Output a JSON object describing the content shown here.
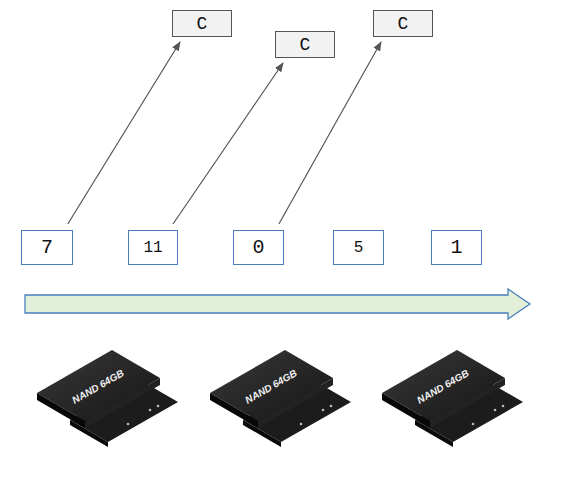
{
  "diagram": {
    "nodes": [
      {
        "text": [
          "C"
        ]
      },
      {
        "text": [
          "C"
        ]
      },
      {
        "text": [
          "C"
        ]
      },
      {
        "text": [
          "7"
        ]
      },
      {
        "text": [
          "11"
        ]
      },
      {
        "text": [
          "0"
        ]
      },
      {
        "text": [
          "5"
        ]
      },
      {
        "text": [
          "1"
        ]
      }
    ],
    "edges": [
      {
        "from": 3,
        "to": 0,
        "arrow": "to"
      },
      {
        "from": 4,
        "to": 1,
        "arrow": "to"
      },
      {
        "from": 5,
        "to": 2,
        "arrow": "to"
      }
    ],
    "labels": [
      "NAND 64GB",
      "NAND 64GB",
      "NAND 64GB"
    ]
  }
}
